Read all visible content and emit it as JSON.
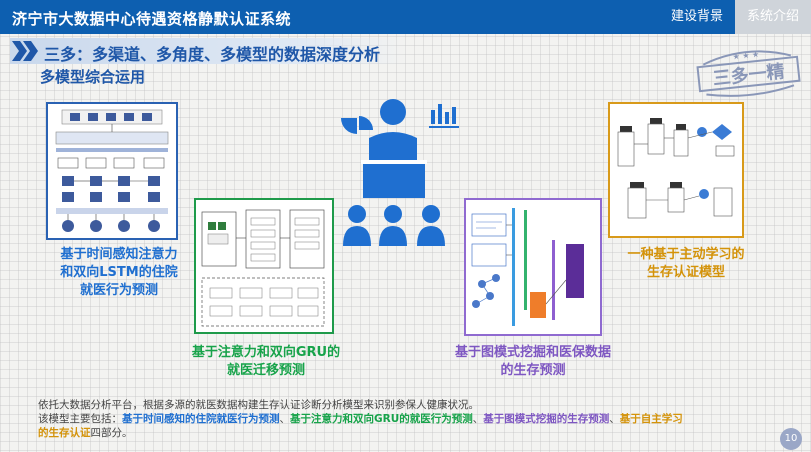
{
  "header": {
    "title": "济宁市大数据中心待遇资格静默认证系统",
    "nav": [
      {
        "label": "建设背景",
        "active": false
      },
      {
        "label": "系统介绍",
        "active": true
      }
    ]
  },
  "section": {
    "title": "三多：多渠道、多角度、多模型的数据深度分析",
    "subtitle": "多模型综合运用",
    "stamp_text": "三多一精"
  },
  "models": [
    {
      "caption_line1": "基于时间感知注意力",
      "caption_line2": "和双向LSTM的住院",
      "caption_line3": "就医行为预测"
    },
    {
      "caption_line1": "基于注意力和双向GRU的",
      "caption_line2": "就医迁移预测"
    },
    {
      "caption_line1": "基于图模式挖掘和医保数据",
      "caption_line2": "的生存预测"
    },
    {
      "caption_line1": "一种基于主动学习的",
      "caption_line2": "生存认证模型"
    }
  ],
  "footer": {
    "line1": "依托大数据分析平台，根据多源的就医数据构建生存认证诊断分析模型来识别参保人健康状况。",
    "intro": "该模型主要包括：",
    "item1": "基于时间感知的住院就医行为预测",
    "sep1": "、",
    "item2": "基于注意力和双向GRU的就医行为预测",
    "sep2": "、",
    "item3": "基于图模式挖掘的生存预测",
    "sep3": "、",
    "item4a": "基于自主学习",
    "item4b": "的生存认证",
    "tail": "四部分。"
  },
  "page_number": "10",
  "colors": {
    "header_bg": "#0d5fb0",
    "model1": "#1f6fd0",
    "model2": "#17a34a",
    "model3": "#7e57c2",
    "model4": "#d4930a"
  }
}
